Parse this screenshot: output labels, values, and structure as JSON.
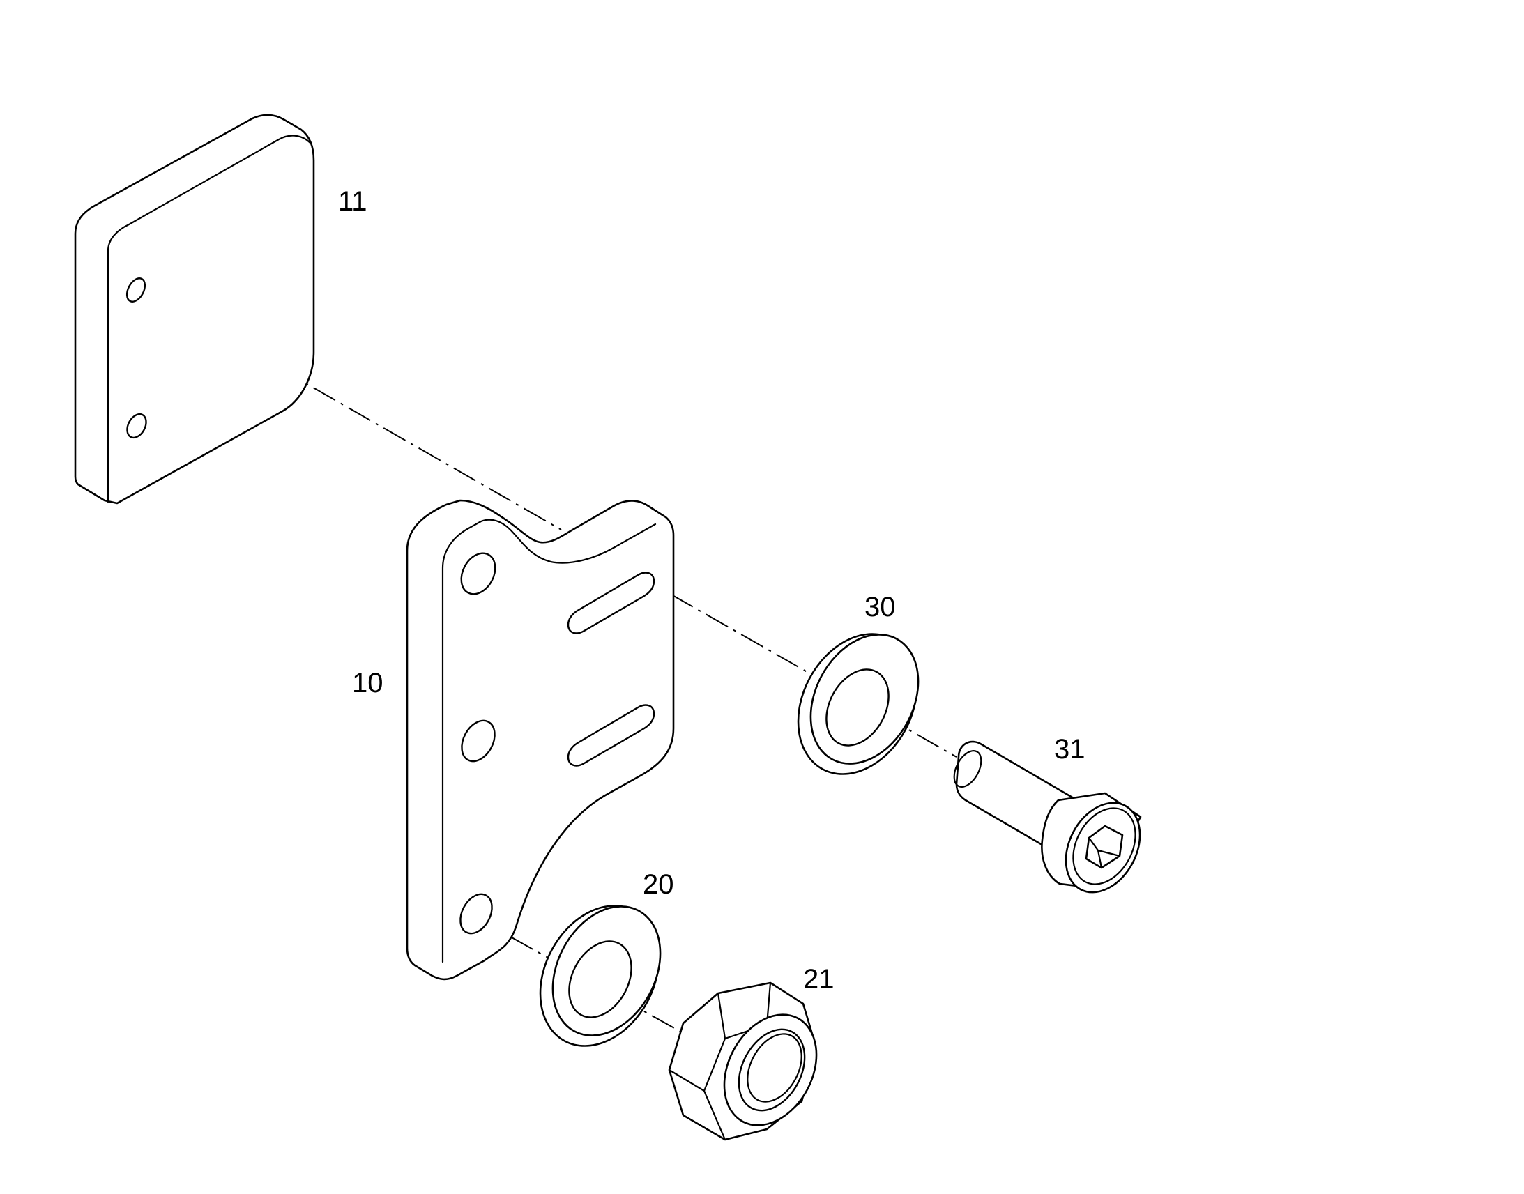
{
  "diagram": {
    "callouts": {
      "plate": "11",
      "bracket": "10",
      "washer_upper": "30",
      "screw": "31",
      "washer_lower": "20",
      "nut": "21"
    }
  }
}
